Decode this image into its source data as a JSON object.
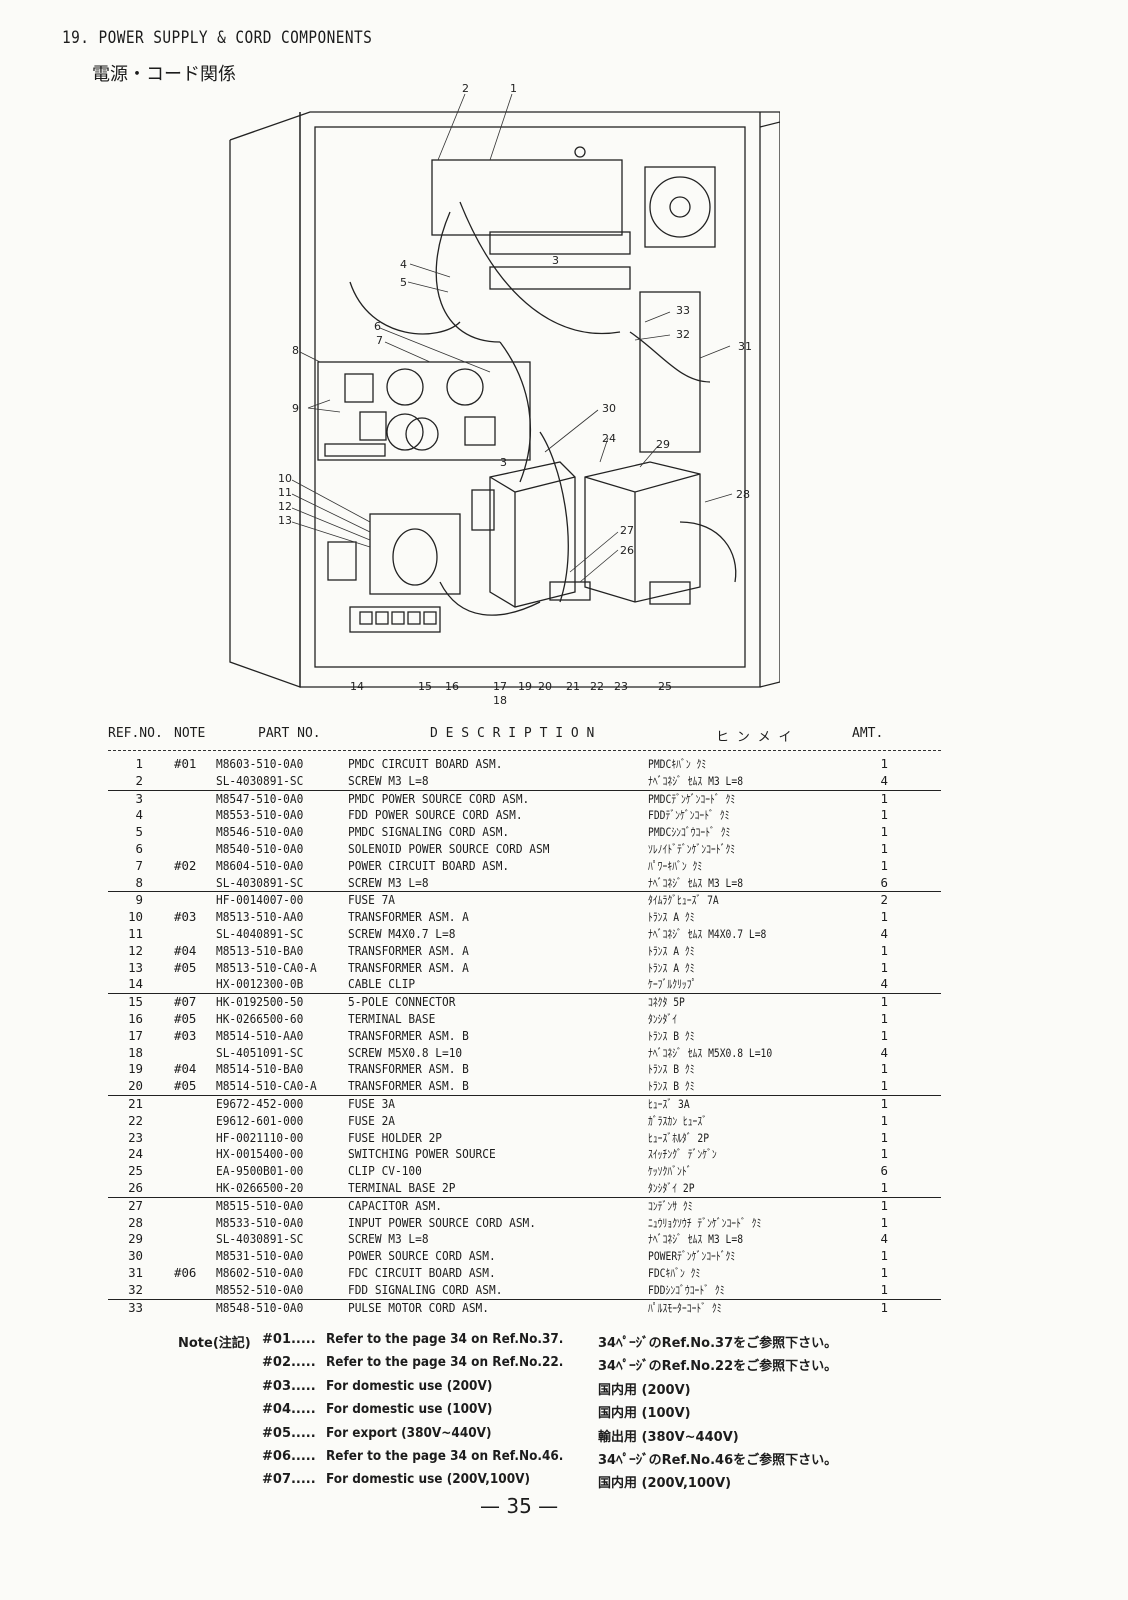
{
  "header": {
    "title": "19. POWER SUPPLY & CORD COMPONENTS",
    "title_jp": "電源・コード関係"
  },
  "diagram_callouts": [
    "1",
    "2",
    "3",
    "3",
    "4",
    "5",
    "6",
    "7",
    "8",
    "9",
    "10",
    "11",
    "12",
    "13",
    "14",
    "15",
    "16",
    "17",
    "18",
    "19",
    "20",
    "21",
    "22",
    "23",
    "24",
    "25",
    "26",
    "27",
    "28",
    "29",
    "30",
    "31",
    "32",
    "33"
  ],
  "columns": {
    "ref": "REF.NO.",
    "note": "NOTE",
    "part": "PART NO.",
    "desc": "D E S C R I P T I O N",
    "kana": "ヒ ン メ イ",
    "amt": "AMT."
  },
  "parts": [
    {
      "ref": "1",
      "note": "#01",
      "pn": "M8603-510-0A0",
      "desc": "PMDC CIRCUIT BOARD ASM.",
      "kana": "PMDCｷﾊﾞﾝ ｸﾐ",
      "amt": "1"
    },
    {
      "ref": "2",
      "note": "",
      "pn": "SL-4030891-SC",
      "desc": "SCREW M3 L=8",
      "kana": "ﾅﾍﾞｺﾈｼﾞ ｾﾑｽ M3 L=8",
      "amt": "4",
      "ul": true
    },
    {
      "ref": "3",
      "note": "",
      "pn": "M8547-510-0A0",
      "desc": "PMDC POWER SOURCE CORD ASM.",
      "kana": "PMDCﾃﾞﾝｹﾞﾝｺｰﾄﾞ ｸﾐ",
      "amt": "1"
    },
    {
      "ref": "4",
      "note": "",
      "pn": "M8553-510-0A0",
      "desc": "FDD POWER SOURCE CORD ASM.",
      "kana": "FDDﾃﾞﾝｹﾞﾝｺｰﾄﾞ ｸﾐ",
      "amt": "1"
    },
    {
      "ref": "5",
      "note": "",
      "pn": "M8546-510-0A0",
      "desc": "PMDC SIGNALING CORD ASM.",
      "kana": "PMDCｼﾝｺﾞｳｺｰﾄﾞ ｸﾐ",
      "amt": "1"
    },
    {
      "ref": "6",
      "note": "",
      "pn": "M8540-510-0A0",
      "desc": "SOLENOID POWER SOURCE CORD ASM",
      "kana": "ｿﾚﾉｲﾄﾞﾃﾞﾝｹﾞﾝｺｰﾄﾞｸﾐ",
      "amt": "1"
    },
    {
      "ref": "7",
      "note": "#02",
      "pn": "M8604-510-0A0",
      "desc": "POWER CIRCUIT BOARD ASM.",
      "kana": "ﾊﾟﾜｰｷﾊﾞﾝ ｸﾐ",
      "amt": "1"
    },
    {
      "ref": "8",
      "note": "",
      "pn": "SL-4030891-SC",
      "desc": "SCREW M3 L=8",
      "kana": "ﾅﾍﾞｺﾈｼﾞ ｾﾑｽ M3 L=8",
      "amt": "6",
      "ul": true
    },
    {
      "ref": "9",
      "note": "",
      "pn": "HF-0014007-00",
      "desc": "FUSE 7A",
      "kana": "ﾀｲﾑﾗｸﾞﾋｭｰｽﾞ 7A",
      "amt": "2"
    },
    {
      "ref": "10",
      "note": "#03",
      "pn": "M8513-510-AA0",
      "desc": "TRANSFORMER ASM. A",
      "kana": "ﾄﾗﾝｽ A ｸﾐ",
      "amt": "1"
    },
    {
      "ref": "11",
      "note": "",
      "pn": "SL-4040891-SC",
      "desc": "SCREW M4X0.7 L=8",
      "kana": "ﾅﾍﾞｺﾈｼﾞ ｾﾑｽ M4X0.7 L=8",
      "amt": "4"
    },
    {
      "ref": "12",
      "note": "#04",
      "pn": "M8513-510-BA0",
      "desc": "TRANSFORMER ASM. A",
      "kana": "ﾄﾗﾝｽ A ｸﾐ",
      "amt": "1"
    },
    {
      "ref": "13",
      "note": "#05",
      "pn": "M8513-510-CA0-A",
      "desc": "TRANSFORMER ASM. A",
      "kana": "ﾄﾗﾝｽ A ｸﾐ",
      "amt": "1"
    },
    {
      "ref": "14",
      "note": "",
      "pn": "HX-0012300-0B",
      "desc": "CABLE CLIP",
      "kana": "ｹｰﾌﾞﾙｸﾘｯﾌﾟ",
      "amt": "4",
      "ul": true
    },
    {
      "ref": "15",
      "note": "#07",
      "pn": "HK-0192500-50",
      "desc": "5-POLE CONNECTOR",
      "kana": "ｺﾈｸﾀ 5P",
      "amt": "1"
    },
    {
      "ref": "16",
      "note": "#05",
      "pn": "HK-0266500-60",
      "desc": "TERMINAL BASE",
      "kana": "ﾀﾝｼﾀﾞｲ",
      "amt": "1"
    },
    {
      "ref": "17",
      "note": "#03",
      "pn": "M8514-510-AA0",
      "desc": "TRANSFORMER ASM. B",
      "kana": "ﾄﾗﾝｽ B ｸﾐ",
      "amt": "1"
    },
    {
      "ref": "18",
      "note": "",
      "pn": "SL-4051091-SC",
      "desc": "SCREW M5X0.8 L=10",
      "kana": "ﾅﾍﾞｺﾈｼﾞ ｾﾑｽ M5X0.8 L=10",
      "amt": "4"
    },
    {
      "ref": "19",
      "note": "#04",
      "pn": "M8514-510-BA0",
      "desc": "TRANSFORMER ASM. B",
      "kana": "ﾄﾗﾝｽ B ｸﾐ",
      "amt": "1"
    },
    {
      "ref": "20",
      "note": "#05",
      "pn": "M8514-510-CA0-A",
      "desc": "TRANSFORMER ASM. B",
      "kana": "ﾄﾗﾝｽ B ｸﾐ",
      "amt": "1",
      "ul": true
    },
    {
      "ref": "21",
      "note": "",
      "pn": "E9672-452-000",
      "desc": "FUSE 3A",
      "kana": "ﾋｭｰｽﾞ 3A",
      "amt": "1"
    },
    {
      "ref": "22",
      "note": "",
      "pn": "E9612-601-000",
      "desc": "FUSE 2A",
      "kana": "ｶﾞﾗｽｶﾝ ﾋｭｰｽﾞ",
      "amt": "1"
    },
    {
      "ref": "23",
      "note": "",
      "pn": "HF-0021110-00",
      "desc": "FUSE HOLDER 2P",
      "kana": "ﾋｭｰｽﾞﾎﾙﾀﾞ 2P",
      "amt": "1"
    },
    {
      "ref": "24",
      "note": "",
      "pn": "HX-0015400-00",
      "desc": "SWITCHING POWER SOURCE",
      "kana": "ｽｲｯﾁﾝｸﾞ ﾃﾞﾝｹﾞﾝ",
      "amt": "1"
    },
    {
      "ref": "25",
      "note": "",
      "pn": "EA-9500B01-00",
      "desc": "CLIP CV-100",
      "kana": "ｹｯｿｸﾊﾞﾝﾄﾞ",
      "amt": "6"
    },
    {
      "ref": "26",
      "note": "",
      "pn": "HK-0266500-20",
      "desc": "TERMINAL BASE 2P",
      "kana": "ﾀﾝｼﾀﾞｲ 2P",
      "amt": "1",
      "ul": true
    },
    {
      "ref": "27",
      "note": "",
      "pn": "M8515-510-0A0",
      "desc": "CAPACITOR ASM.",
      "kana": "ｺﾝﾃﾞﾝｻ ｸﾐ",
      "amt": "1"
    },
    {
      "ref": "28",
      "note": "",
      "pn": "M8533-510-0A0",
      "desc": "INPUT POWER SOURCE CORD ASM.",
      "kana": "ﾆｭｳﾘｮｸｿｳﾁ ﾃﾞﾝｹﾞﾝｺｰﾄﾞ ｸﾐ",
      "amt": "1"
    },
    {
      "ref": "29",
      "note": "",
      "pn": "SL-4030891-SC",
      "desc": "SCREW M3 L=8",
      "kana": "ﾅﾍﾞｺﾈｼﾞ ｾﾑｽ M3 L=8",
      "amt": "4"
    },
    {
      "ref": "30",
      "note": "",
      "pn": "M8531-510-0A0",
      "desc": "POWER SOURCE CORD ASM.",
      "kana": "POWERﾃﾞﾝｹﾞﾝｺｰﾄﾞｸﾐ",
      "amt": "1"
    },
    {
      "ref": "31",
      "note": "#06",
      "pn": "M8602-510-0A0",
      "desc": "FDC CIRCUIT BOARD ASM.",
      "kana": "FDCｷﾊﾞﾝ ｸﾐ",
      "amt": "1"
    },
    {
      "ref": "32",
      "note": "",
      "pn": "M8552-510-0A0",
      "desc": "FDD SIGNALING CORD ASM.",
      "kana": "FDDｼﾝｺﾞｳｺｰﾄﾞ ｸﾐ",
      "amt": "1",
      "ul": true
    },
    {
      "ref": "33",
      "note": "",
      "pn": "M8548-510-0A0",
      "desc": "PULSE MOTOR CORD ASM.",
      "kana": "ﾊﾟﾙｽﾓｰﾀｰｺｰﾄﾞ ｸﾐ",
      "amt": "1"
    }
  ],
  "notes_header": "Note(注記)",
  "notes": [
    {
      "code": "#01.....",
      "en": "Refer to the page 34 on Ref.No.37.",
      "jp": "34ﾍﾟｰｼﾞのRef.No.37をご参照下さい。"
    },
    {
      "code": "#02.....",
      "en": "Refer to the page 34 on Ref.No.22.",
      "jp": "34ﾍﾟｰｼﾞのRef.No.22をご参照下さい。"
    },
    {
      "code": "#03.....",
      "en": "For domestic use (200V)",
      "jp": "国内用 (200V)"
    },
    {
      "code": "#04.....",
      "en": "For domestic use (100V)",
      "jp": "国内用 (100V)"
    },
    {
      "code": "#05.....",
      "en": "For export (380V~440V)",
      "jp": "輸出用 (380V~440V)"
    },
    {
      "code": "#06.....",
      "en": "Refer to the page 34 on Ref.No.46.",
      "jp": "34ﾍﾟｰｼﾞのRef.No.46をご参照下さい。"
    },
    {
      "code": "#07.....",
      "en": "For domestic use (200V,100V)",
      "jp": "国内用 (200V,100V)"
    }
  ],
  "page_number": "— 35 —"
}
